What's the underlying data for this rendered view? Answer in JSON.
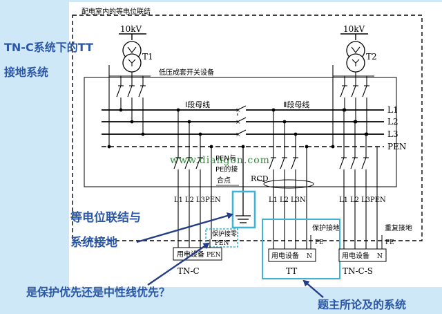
{
  "frame_title": "配电室内的等电位联结",
  "transformers": [
    {
      "voltage": "10kV",
      "name": "T1"
    },
    {
      "voltage": "10kV",
      "name": "T2"
    }
  ],
  "switchgear_label": "低压成套开关设备",
  "bus_sections": [
    "Ⅰ段母线",
    "Ⅱ段母线"
  ],
  "bus_labels": [
    "L1",
    "L2",
    "L3",
    "PEN"
  ],
  "watermark": "www.diangon.com",
  "pen_junction_label_lines": [
    "PEN与",
    "PE的接",
    "合点"
  ],
  "rcd_label": "RCD",
  "branch_labels": {
    "left": [
      "L1",
      "L2",
      "L3PEN"
    ],
    "middle": [
      "L1",
      "L2",
      "L3N"
    ],
    "right": [
      "L1",
      "L2",
      "L3PEN"
    ]
  },
  "protection_labels": {
    "left": "保护接零",
    "left_pen": "PEN",
    "middle": "保护接地",
    "middle_pe": "PE",
    "right": "重复接地",
    "right_pe": "PE"
  },
  "equipment_label": "用电设备",
  "equipment_terminals": {
    "left": "PEN",
    "middle": "N",
    "right": "N"
  },
  "system_names": [
    "TN-C",
    "TT",
    "TN-C-S"
  ],
  "annotations": {
    "title_lines": [
      "TN-C系统下的TT",
      "接地系统"
    ],
    "equipotential_lines": [
      "等电位联结与",
      "系统接地"
    ],
    "question": "是保护优先还是中性线优先？",
    "topic": "题主所论及的系统"
  },
  "colors": {
    "background": "#cfe8f7",
    "diagram": "#ffffff",
    "annotation_text": "#2b57a6",
    "highlight_box": "#3fb3d4",
    "arrow": "#223c86"
  }
}
